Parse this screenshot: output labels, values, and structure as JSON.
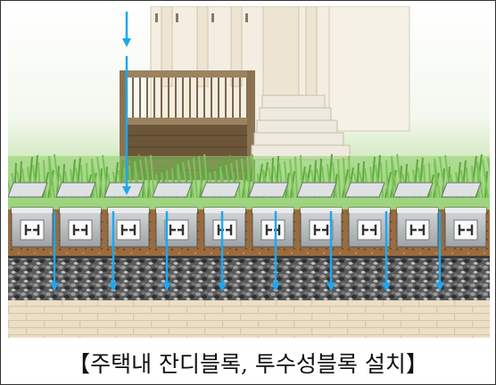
{
  "caption": "【주택내 잔디블록, 투수성블록 설치】",
  "colors": {
    "water_arrow": "#1ea7ef",
    "grass": "#7cc35a",
    "soil": "#9b6d3f",
    "gravel": "#4f4f4f",
    "sand": "#e7dac2",
    "block": "#b9bdbf",
    "house": "#f3ede1"
  },
  "icons": [
    "water-flow-arrow",
    "permeable-block",
    "grass-tuft",
    "house-porch"
  ]
}
